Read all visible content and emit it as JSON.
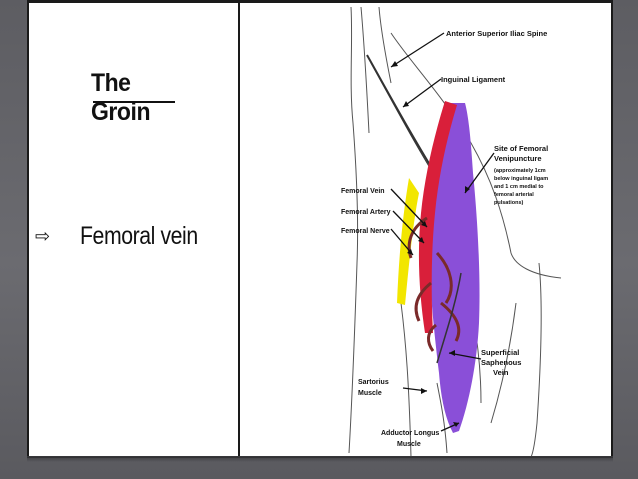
{
  "slide": {
    "title": "The Groin",
    "bullet_icon": "hollow-right-arrow-icon",
    "bullet_text": "Femoral vein"
  },
  "figure": {
    "labels": {
      "asis": "Anterior Superior Iliac Spine",
      "inguinal": "Inguinal Ligament",
      "site_line1": "Site of Femoral",
      "site_line2": "Venipuncture",
      "note_line1": "(approximately 1cm",
      "note_line2": "below inguinal ligam",
      "note_line3": "and 1 cm medial to",
      "note_line4": "femoral arterial",
      "note_line5": "pulsations)",
      "fem_vein": "Femoral Vein",
      "fem_artery": "Femoral Artery",
      "fem_nerve": "Femoral Nerve",
      "superficial": "Superficial",
      "saphenous": "Saphenous",
      "vein": "Vein",
      "sartorius": "Sartorius",
      "muscle": "Muscle",
      "adductor": "Adductor Longus",
      "adductor_muscle": "Muscle"
    },
    "colors": {
      "artery": "#d91f3a",
      "vein": "#8a4fd8",
      "nerve": "#f2e600",
      "vessel_branch": "#7a2a2a"
    }
  }
}
